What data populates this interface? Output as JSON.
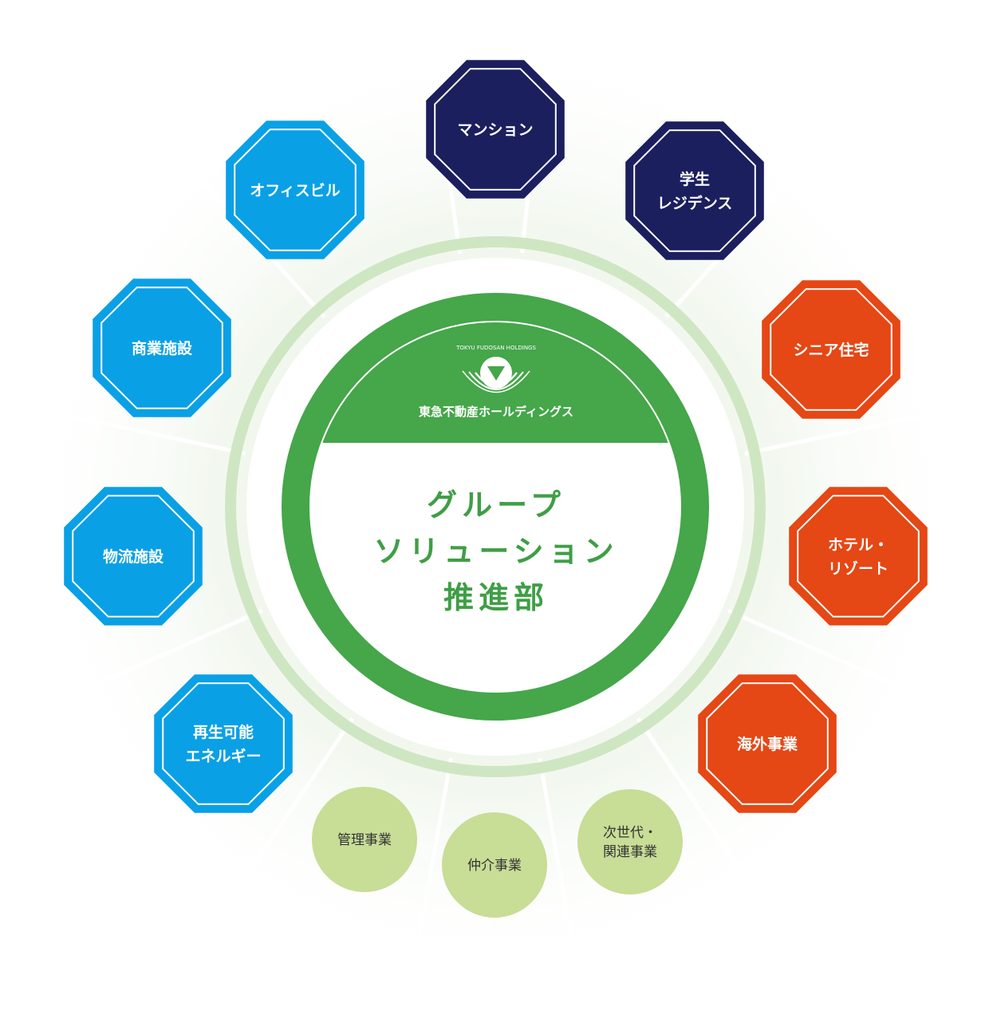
{
  "center": {
    "brand_name": "東急不動産ホールディングス",
    "brand_sub": "TOKYU FUDOSAN HOLDINGS",
    "title_lines": [
      "グループ",
      "ソリューション",
      "推進部"
    ]
  },
  "colors": {
    "dark_navy": "#1b1f5e",
    "sky_blue": "#0aa0e6",
    "orange_red": "#e54715",
    "light_green": "#c8dd96",
    "ring_green": "#45a64a",
    "outer_ring": "#cfe6c3",
    "label_white": "#ffffff",
    "title_green": "#3f9e46"
  },
  "octagons": [
    {
      "id": "mansion",
      "lines": [
        "マンション"
      ],
      "color": "#1b1f5e"
    },
    {
      "id": "student-residence",
      "lines": [
        "学生",
        "レジデンス"
      ],
      "color": "#1b1f5e"
    },
    {
      "id": "senior-housing",
      "lines": [
        "シニア住宅"
      ],
      "color": "#e54715"
    },
    {
      "id": "hotel-resort",
      "lines": [
        "ホテル・",
        "リゾート"
      ],
      "color": "#e54715"
    },
    {
      "id": "overseas",
      "lines": [
        "海外事業"
      ],
      "color": "#e54715"
    },
    {
      "id": "renewable-energy",
      "lines": [
        "再生可能",
        "エネルギー"
      ],
      "color": "#0aa0e6"
    },
    {
      "id": "logistics",
      "lines": [
        "物流施設"
      ],
      "color": "#0aa0e6"
    },
    {
      "id": "commercial",
      "lines": [
        "商業施設"
      ],
      "color": "#0aa0e6"
    },
    {
      "id": "office",
      "lines": [
        "オフィスビル"
      ],
      "color": "#0aa0e6"
    }
  ],
  "circles": [
    {
      "id": "management",
      "lines": [
        "管理事業"
      ],
      "color": "#c8dd96"
    },
    {
      "id": "brokerage",
      "lines": [
        "仲介事業"
      ],
      "color": "#c8dd96"
    },
    {
      "id": "next-gen",
      "lines": [
        "次世代・",
        "関連事業"
      ],
      "color": "#c8dd96"
    }
  ]
}
